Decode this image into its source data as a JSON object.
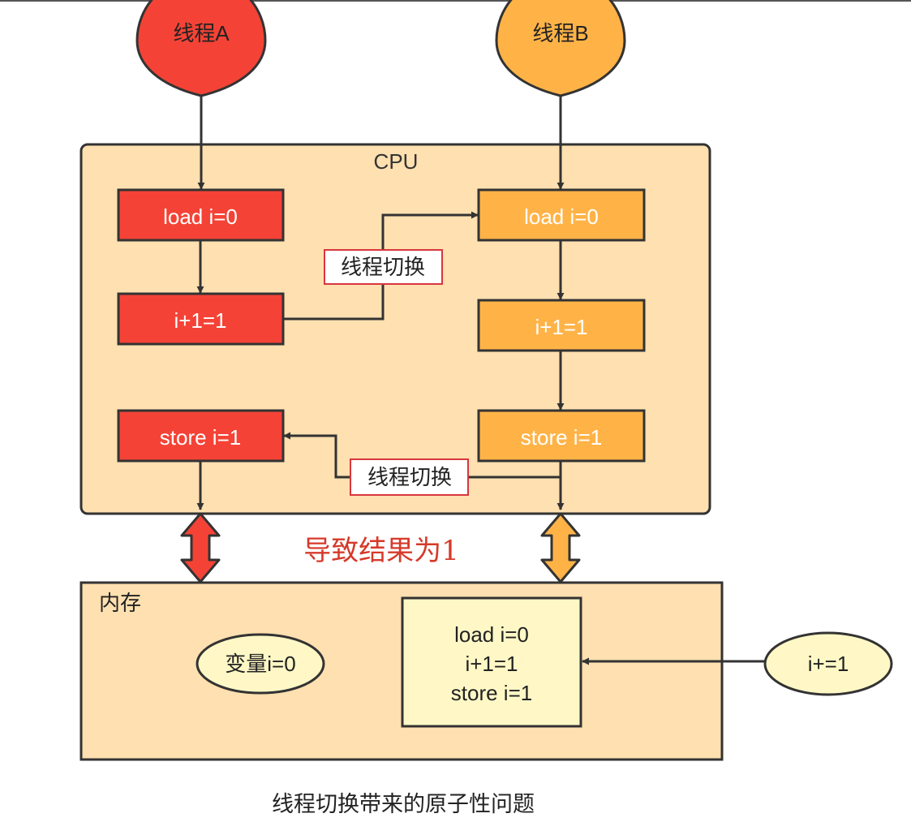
{
  "threads": {
    "a_label": "线程A",
    "b_label": "线程B"
  },
  "cpu": {
    "label": "CPU",
    "thread_a_steps": [
      "load i=0",
      "i+1=1",
      "store i=1"
    ],
    "thread_b_steps": [
      "load i=0",
      "i+1=1",
      "store i=1"
    ],
    "switch_label_1": "线程切换",
    "switch_label_2": "线程切换"
  },
  "result_text": "导致结果为1",
  "memory": {
    "label": "内存",
    "variable": "变量i=0",
    "ops": [
      "load i=0",
      "i+1=1",
      "store i=1"
    ],
    "statement": "i+=1"
  },
  "caption": "线程切换带来的原子性问题",
  "colors": {
    "thread_a": "#f44336",
    "thread_b": "#ffb347",
    "panel": "#ffe0b0",
    "note": "#fff8c6",
    "stroke": "#333333",
    "switch_box": "#d9363e",
    "result_text": "#d63a2a"
  }
}
